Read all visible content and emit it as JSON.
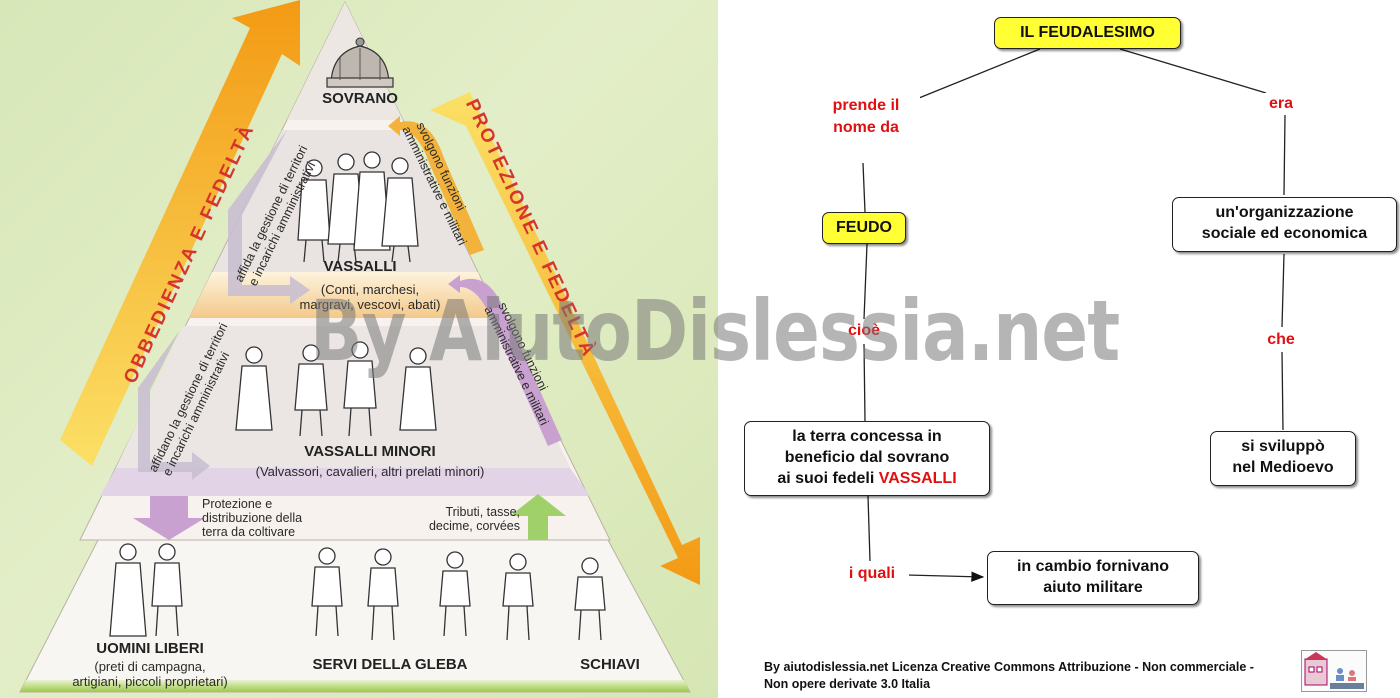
{
  "pyramid": {
    "top": "SOVRANO",
    "vassalli_title": "VASSALLI",
    "vassalli_sub1": "(Conti, marchesi,",
    "vassalli_sub2": "margravi, vescovi, abati)",
    "minori_title": "VASSALLI MINORI",
    "minori_sub": "(Valvassori, cavalieri, altri prelati minori)",
    "base_liberi_title": "UOMINI LIBERI",
    "base_liberi_sub1": "(preti di campagna,",
    "base_liberi_sub2": "artigiani, piccoli proprietari)",
    "base_servi": "SERVI DELLA GLEBA",
    "base_schiavi": "SCHIAVI",
    "arrow_left": "OBBEDIENZA E FEDELTÀ",
    "arrow_right": "PROTEZIONE E FEDELTÀ",
    "affida_1": "affida la gestione di territori",
    "affida_2": "e incarichi amministrativi",
    "svolgono_a1": "svolgono funzioni",
    "svolgono_a2": "amministrative e militari",
    "affidano_1": "affidano la gestione di territori",
    "affidano_2": "e incarichi amministrativi",
    "svolgono_b1": "svolgono funzioni",
    "svolgono_b2": "amministrative e militari",
    "protezione_1": "Protezione e",
    "protezione_2": "distribuzione della",
    "protezione_3": "terra da coltivare",
    "tributi_1": "Tributi, tasse,",
    "tributi_2": "decime, corvées"
  },
  "watermark": "By AiutoDislessia.net",
  "map": {
    "root": "IL FEUDALESIMO",
    "link_prende_1": "prende il",
    "link_prende_2": "nome da",
    "link_era": "era",
    "feudo": "FEUDO",
    "organizzazione_1": "un'organizzazione",
    "organizzazione_2": "sociale ed economica",
    "link_cioe": "cioè",
    "link_che": "che",
    "terra_1": "la terra concessa in",
    "terra_2": "beneficio dal sovrano",
    "terra_3": "ai suoi fedeli",
    "terra_hl": "VASSALLI",
    "medioevo_1": "si sviluppò",
    "medioevo_2": "nel Medioevo",
    "link_quali": "i quali",
    "cambio_1": "in cambio fornivano",
    "cambio_2": "aiuto militare"
  },
  "license": {
    "line1": "By aiutodislessia.net Licenza Creative Commons Attribuzione - Non commerciale -",
    "line2": "Non opere derivate 3.0 Italia"
  },
  "colors": {
    "arrow_orange": "#f4a21a",
    "arrow_yellow": "#fbe066",
    "lavender": "#c9a6cf",
    "node_yellow": "#ffff33",
    "link_red": "#e01010"
  }
}
